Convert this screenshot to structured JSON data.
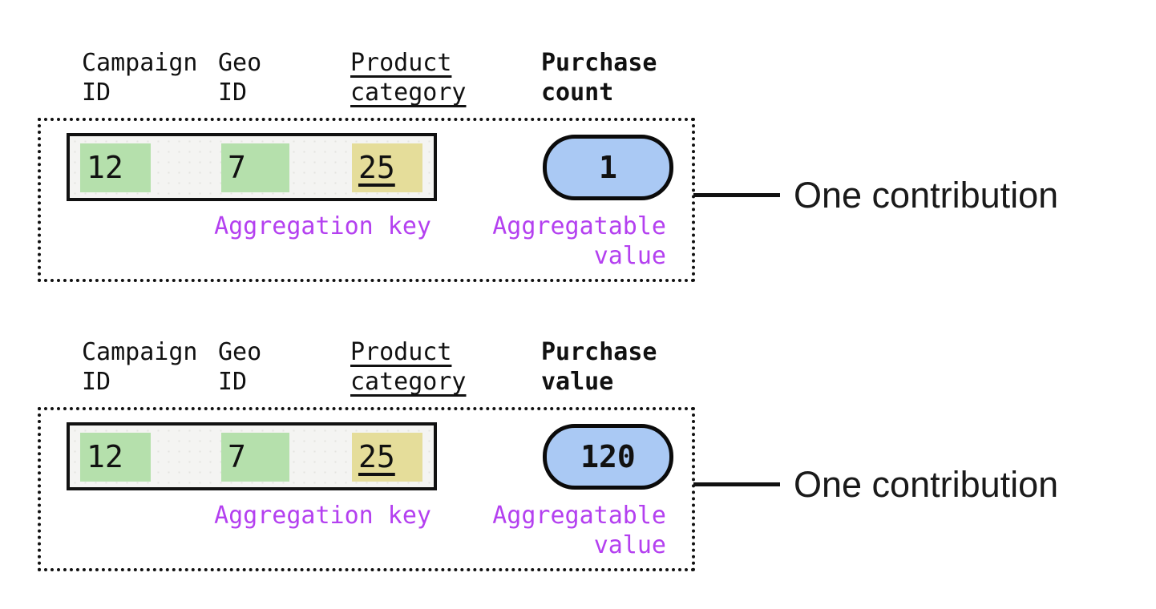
{
  "colors": {
    "highlight_green": "#b5e0ac",
    "highlight_yellow": "#e5dd9a",
    "pill_blue": "#aac9f4",
    "label_purple": "#b440f0",
    "ink": "#111111",
    "row_background": "#f4f4f2"
  },
  "blocks": [
    {
      "field_headers": [
        {
          "label": "Campaign\nID",
          "underline": false
        },
        {
          "label": "Geo\nID",
          "underline": false
        },
        {
          "label": "Product\ncategory",
          "underline": true
        }
      ],
      "measure_header": "Purchase\ncount",
      "record": {
        "cells": [
          {
            "field": "campaign-id",
            "value": "12",
            "highlight": "green",
            "underline": false
          },
          {
            "field": "geo-id",
            "value": "7",
            "highlight": "green",
            "underline": false
          },
          {
            "field": "product-category",
            "value": "25",
            "highlight": "yellow",
            "underline": true
          }
        ]
      },
      "aggregation_key_label": "Aggregation key",
      "aggregatable_value_label": "Aggregatable\nvalue",
      "aggregatable_value": "1",
      "annotation": "One contribution"
    },
    {
      "field_headers": [
        {
          "label": "Campaign\nID",
          "underline": false
        },
        {
          "label": "Geo\nID",
          "underline": false
        },
        {
          "label": "Product\ncategory",
          "underline": true
        }
      ],
      "measure_header": "Purchase\nvalue",
      "record": {
        "cells": [
          {
            "field": "campaign-id",
            "value": "12",
            "highlight": "green",
            "underline": false
          },
          {
            "field": "geo-id",
            "value": "7",
            "highlight": "green",
            "underline": false
          },
          {
            "field": "product-category",
            "value": "25",
            "highlight": "yellow",
            "underline": true
          }
        ]
      },
      "aggregation_key_label": "Aggregation key",
      "aggregatable_value_label": "Aggregatable\nvalue",
      "aggregatable_value": "120",
      "annotation": "One contribution"
    }
  ]
}
